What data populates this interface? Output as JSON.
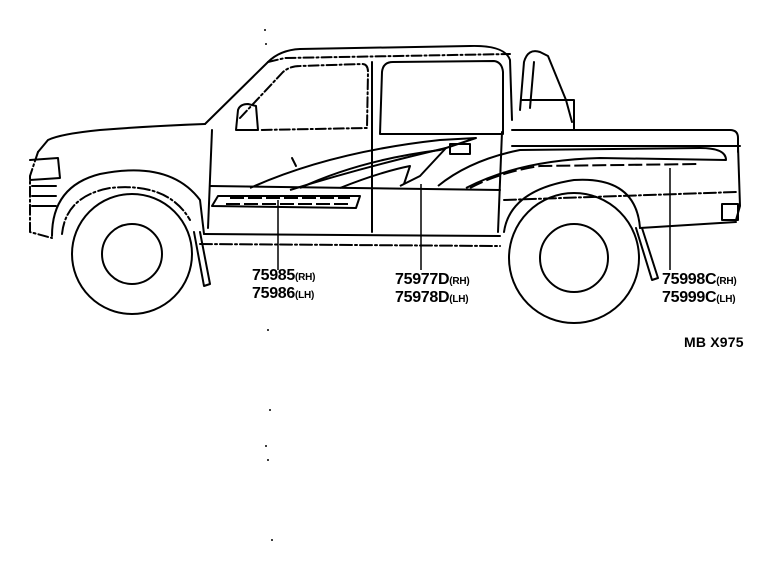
{
  "callouts": [
    {
      "id": "front-door",
      "rh_part": "75985",
      "rh_side": "(RH)",
      "lh_part": "75986",
      "lh_side": "(LH)"
    },
    {
      "id": "rear-door",
      "rh_part": "75977D",
      "rh_side": "(RH)",
      "lh_part": "75978D",
      "lh_side": "(LH)"
    },
    {
      "id": "bed",
      "rh_part": "75998C",
      "rh_side": "(RH)",
      "lh_part": "75999C",
      "lh_side": "(LH)"
    }
  ],
  "diagram_code": "MB X975",
  "colors": {
    "ink": "#000000",
    "paper": "#ffffff"
  }
}
